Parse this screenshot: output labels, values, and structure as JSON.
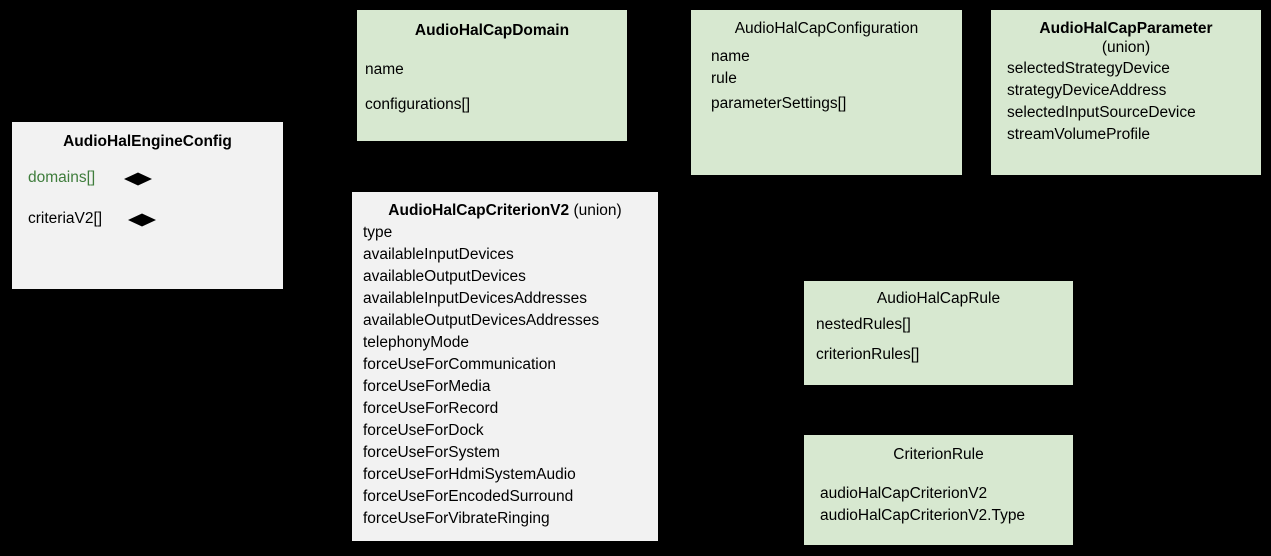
{
  "diagram": {
    "background_color": "#000000",
    "box_green": "#d7e8d0",
    "box_gray": "#f2f2f2",
    "accent_green_text": "#3f7d3c"
  },
  "boxes": {
    "engine_config": {
      "title": "AudioHalEngineConfig",
      "fields": [
        "domains[]",
        "criteriaV2[]"
      ]
    },
    "cap_domain": {
      "title": "AudioHalCapDomain",
      "fields": [
        "name",
        "configurations[]"
      ]
    },
    "cap_configuration": {
      "title": "AudioHalCapConfiguration",
      "fields": [
        "name",
        "rule",
        "parameterSettings[]"
      ]
    },
    "cap_parameter": {
      "title": "AudioHalCapParameter",
      "subtitle": "(union)",
      "fields": [
        "selectedStrategyDevice",
        "strategyDeviceAddress",
        "selectedInputSourceDevice",
        "streamVolumeProfile"
      ]
    },
    "cap_criterion": {
      "title": "AudioHalCapCriterionV2",
      "title_suffix": " (union)",
      "fields": [
        "type",
        "availableInputDevices",
        "availableOutputDevices",
        "availableInputDevicesAddresses",
        "availableOutputDevicesAddresses",
        "telephonyMode",
        "forceUseForCommunication",
        "forceUseForMedia",
        "forceUseForRecord",
        "forceUseForDock",
        "forceUseForSystem",
        "forceUseForHdmiSystemAudio",
        "forceUseForEncodedSurround",
        "forceUseForVibrateRinging"
      ]
    },
    "cap_rule": {
      "title": "AudioHalCapRule",
      "fields": [
        "nestedRules[]",
        "criterionRules[]"
      ]
    },
    "criterion_rule": {
      "title": "CriterionRule",
      "fields": [
        "audioHalCapCriterionV2",
        "audioHalCapCriterionV2.Type"
      ]
    }
  }
}
